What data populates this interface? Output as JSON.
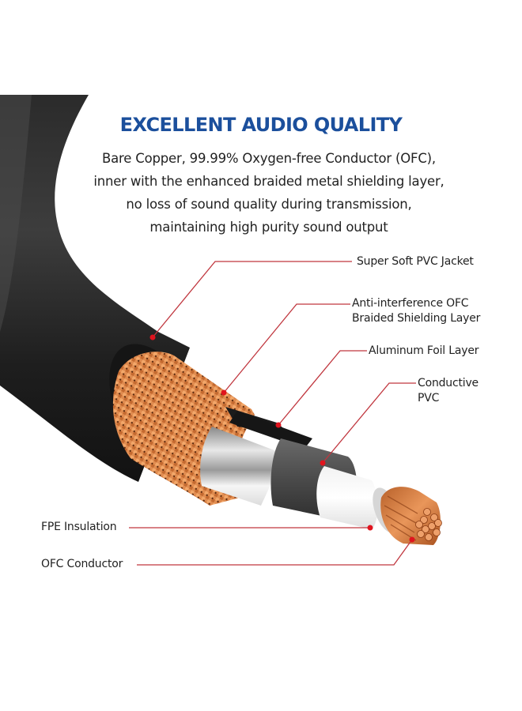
{
  "header": {
    "title": "EXCELLENT AUDIO QUALITY",
    "description_lines": [
      "Bare Copper, 99.99% Oxygen-free Conductor (OFC),",
      "inner with the enhanced braided metal shielding layer,",
      "no loss of sound quality during transmission,",
      "maintaining high purity sound output"
    ]
  },
  "diagram": {
    "subject": "cable cross-section",
    "labels": {
      "jacket": [
        "Super Soft PVC Jacket"
      ],
      "shield": [
        "Anti-interference OFC",
        "Braided Shielding Layer"
      ],
      "foil": [
        "Aluminum Foil Layer"
      ],
      "conductive_pvc": [
        "Conductive",
        "PVC"
      ],
      "insulation": [
        "FPE Insulation"
      ],
      "conductor": [
        "OFC Conductor"
      ]
    }
  },
  "colors": {
    "title_blue": "#1b4f9c",
    "leader_line": "#c0363e",
    "leader_dot": "#e0141e",
    "jacket_black": "#1c1c1c",
    "copper": "#d9834a"
  }
}
